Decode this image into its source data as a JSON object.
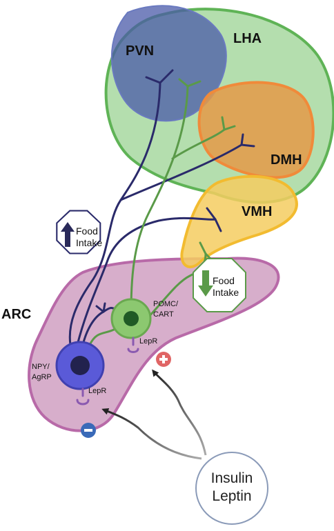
{
  "regions": {
    "pvn": "PVN",
    "lha": "LHA",
    "dmh": "DMH",
    "vmh": "VMH",
    "arc": "ARC"
  },
  "neurons": {
    "npy_line1": "NPY/",
    "npy_line2": "AgRP",
    "pomc_line1": "POMC/",
    "pomc_line2": "CART",
    "lepr_npy": "LepR",
    "lepr_pomc": "LepR"
  },
  "food_up": {
    "line1": "Food",
    "line2": "Intake"
  },
  "food_down": {
    "line1": "Food",
    "line2": "Intake"
  },
  "hormones": {
    "line1": "Insulin",
    "line2": "Leptin"
  },
  "signs": {
    "plus": "+",
    "minus": "−"
  },
  "colors": {
    "pvn": "#5a6db0",
    "lha": "#a7d8a0",
    "dmh": "#e8a050",
    "vmh": "#f5cd60",
    "arc": "#d7aecb",
    "npy_axon": "#2a2a6a",
    "pomc_axon": "#5a9a48",
    "npy_cell": "#5a5ad8",
    "pomc_cell": "#8cc870",
    "plus": "#e06565",
    "minus": "#3a6ab8"
  }
}
